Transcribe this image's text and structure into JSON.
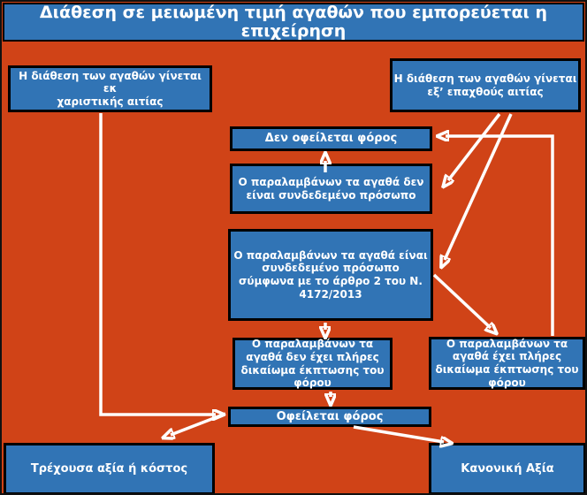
{
  "title": "Διάθεση σε μειωμένη τιμή αγαθών που εμπορεύεται η επιχείρηση",
  "nodes": {
    "gratuitous": "Η διάθεση των αγαθών γίνεται εκ\nχαριστικής αιτίας",
    "onerous": "Η διάθεση των αγαθών γίνεται\nεξ’ επαχθούς αιτίας",
    "no_tax": "Δεν οφείλεται φόρος",
    "not_connected": "Ο παραλαμβάνων τα αγαθά δεν\nείναι συνδεδεμένο πρόσωπο",
    "connected": "Ο παραλαμβάνων τα αγαθά είναι\nσυνδεδεμένο πρόσωπο\nσύμφωνα με το άρθρο 2 του Ν.\n4172/2013",
    "no_full_deduction": "Ο παραλαμβάνων τα\nαγαθά δεν έχει πλήρες\nδικαίωμα έκπτωσης του\nφόρου",
    "full_deduction": "Ο παραλαμβάνων τα\nαγαθά έχει πλήρες\nδικαίωμα έκπτωσης του\nφόρου",
    "tax_due": "Οφείλεται φόρος",
    "current_value": "Τρέχουσα αξία ή κόστος",
    "normal_value": "Κανονική Αξία"
  },
  "edges": [
    {
      "from": "gratuitous",
      "to": "tax_due"
    },
    {
      "from": "onerous",
      "to": "not_connected"
    },
    {
      "from": "onerous",
      "to": "connected"
    },
    {
      "from": "not_connected",
      "to": "no_tax"
    },
    {
      "from": "full_deduction",
      "to": "no_tax"
    },
    {
      "from": "connected",
      "to": "no_full_deduction"
    },
    {
      "from": "connected",
      "to": "full_deduction"
    },
    {
      "from": "no_full_deduction",
      "to": "tax_due"
    },
    {
      "from": "tax_due",
      "to": "current_value"
    },
    {
      "from": "tax_due",
      "to": "normal_value"
    }
  ],
  "colors": {
    "background": "#D04317",
    "box_fill": "#3174B5",
    "box_border": "#000000",
    "text": "#FFFFFF",
    "arrow": "#FFFFFF"
  }
}
